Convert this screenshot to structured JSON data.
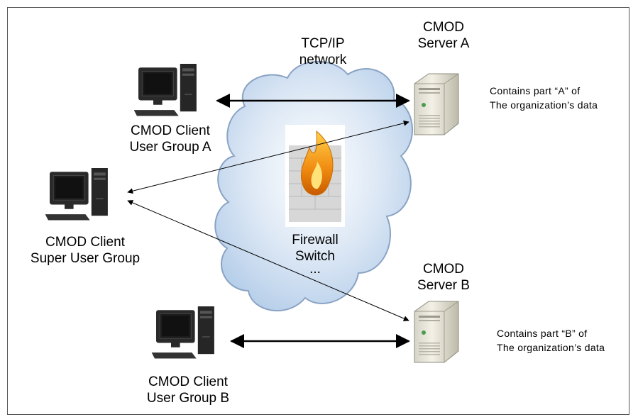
{
  "network": {
    "line1": "TCP/IP",
    "line2": "network"
  },
  "firewall": {
    "line1": "Firewall",
    "line2": "Switch",
    "line3": "..."
  },
  "server_a": {
    "title1": "CMOD",
    "title2": "Server A",
    "note1": "Contains part “A” of",
    "note2": "The organization’s data"
  },
  "server_b": {
    "title1": "CMOD",
    "title2": "Server B",
    "note1": "Contains part “B” of",
    "note2": "The organization’s data"
  },
  "client_a": {
    "line1": "CMOD Client",
    "line2": "User Group A"
  },
  "client_super": {
    "line1": "CMOD Client",
    "line2": "Super User Group"
  },
  "client_b": {
    "line1": "CMOD Client",
    "line2": "User Group B"
  },
  "colors": {
    "cloud_fill": "#c4d9ef",
    "cloud_stroke": "#8aa3c4",
    "arrow": "#000000",
    "flame": "#f0a020"
  },
  "icons": [
    "desktop-computer-icon",
    "server-tower-icon",
    "firewall-flame-icon",
    "network-cloud-icon"
  ]
}
